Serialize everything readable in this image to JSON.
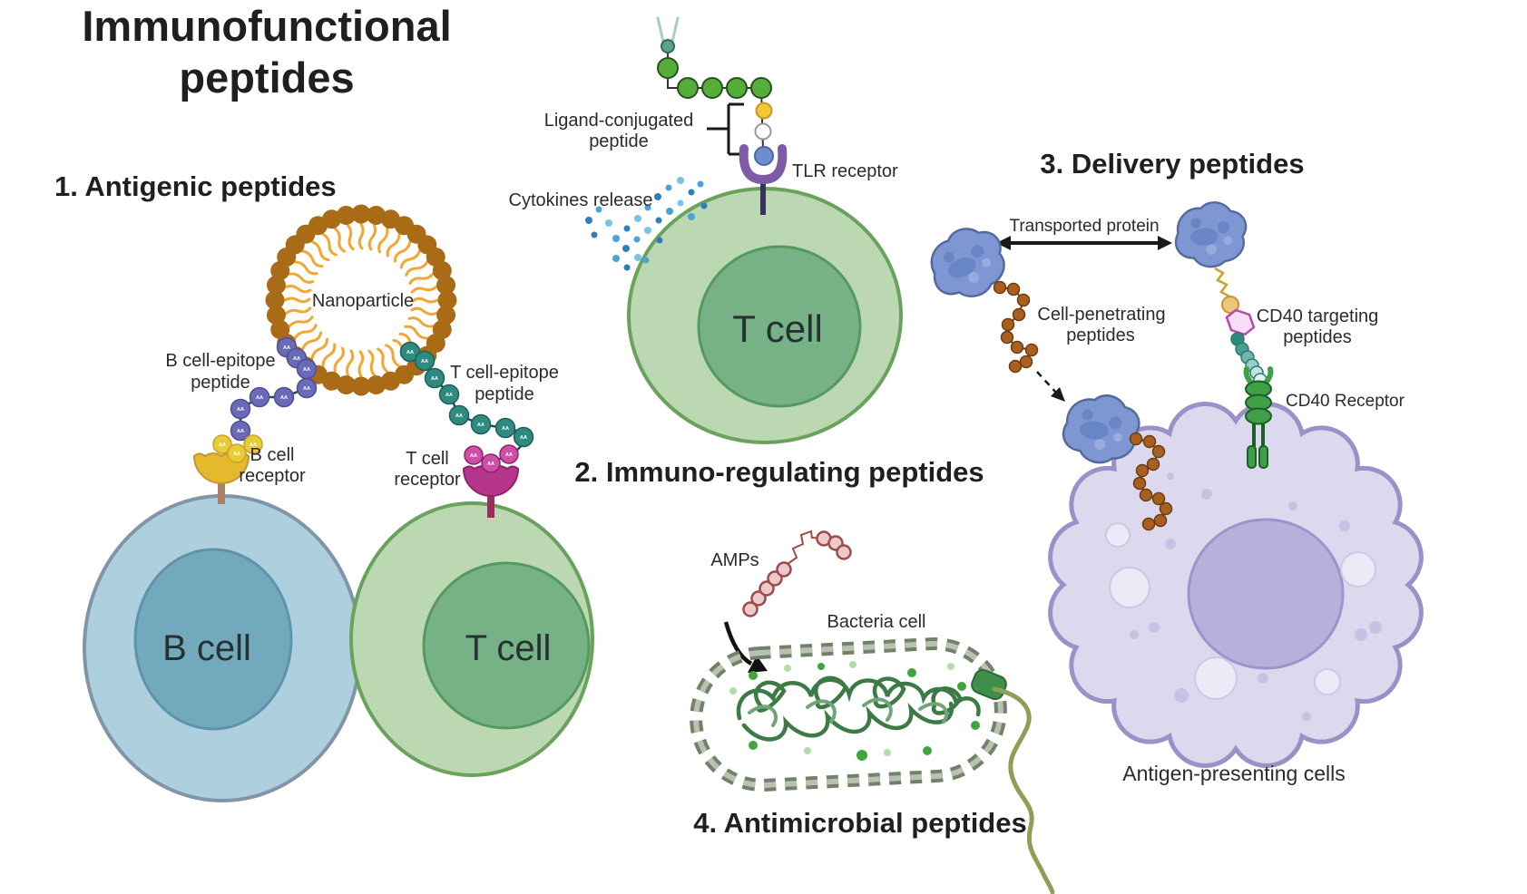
{
  "title": {
    "line1": "Immunofunctional",
    "line2": "peptides"
  },
  "aa_label": "AA",
  "s1": {
    "heading": "1.  Antigenic peptides",
    "nanoparticle": "Nanoparticle",
    "b_epitope1": "B cell-epitope",
    "b_epitope2": "peptide",
    "t_epitope1": "T cell-epitope",
    "t_epitope2": "peptide",
    "b_receptor1": "B cell",
    "b_receptor2": "receptor",
    "t_receptor1": "T cell",
    "t_receptor2": "receptor",
    "b_cell": "B cell",
    "t_cell": "T cell"
  },
  "s2": {
    "heading": "2. Immuno-regulating peptides",
    "ligand1": "Ligand-conjugated",
    "ligand2": "peptide",
    "tlr": "TLR receptor",
    "cytokines": "Cytokines release",
    "t_cell": "T cell"
  },
  "s3": {
    "heading": "3. Delivery peptides",
    "transported": "Transported protein",
    "cpp1": "Cell-penetrating",
    "cpp2": "peptides",
    "cd40t1": "CD40 targeting",
    "cd40t2": "peptides",
    "cd40r": "CD40 Receptor",
    "apc": "Antigen-presenting cells"
  },
  "s4": {
    "heading": "4. Antimicrobial peptides",
    "amps": "AMPs",
    "bacteria": "Bacteria cell"
  },
  "colors": {
    "b_cell_body": "#aed0de",
    "b_cell_nucleus": "#72a9bd",
    "t_cell_body": "#bcd8b2",
    "t_cell_nucleus": "#77b287",
    "apc_body": "#dcd9ef",
    "apc_nucleus": "#b6b0da",
    "nanoparticle_bead": "#a96b15",
    "nanoparticle_tail": "#f0a733",
    "b_epitope_bead": "#6a6ab8",
    "t_epitope_bead": "#2f8b80",
    "b_receptor": "#e5b92e",
    "t_receptor": "#b5348c",
    "ligand_bead": "#56ad3a",
    "tlr_receptor": "#7d5ba6",
    "cytokine_dot": "#3b93c9",
    "protein_blob": "#7e97d2",
    "cpp_bead": "#a9601f",
    "cd40_receptor": "#3fa047",
    "cd40_hexagon": "#f7def5",
    "amp_bead": "#eec9c9",
    "bacteria_wall": "#72816a",
    "bacteria_dna": "#3c7a46",
    "flagellum": "#8e9e55"
  }
}
